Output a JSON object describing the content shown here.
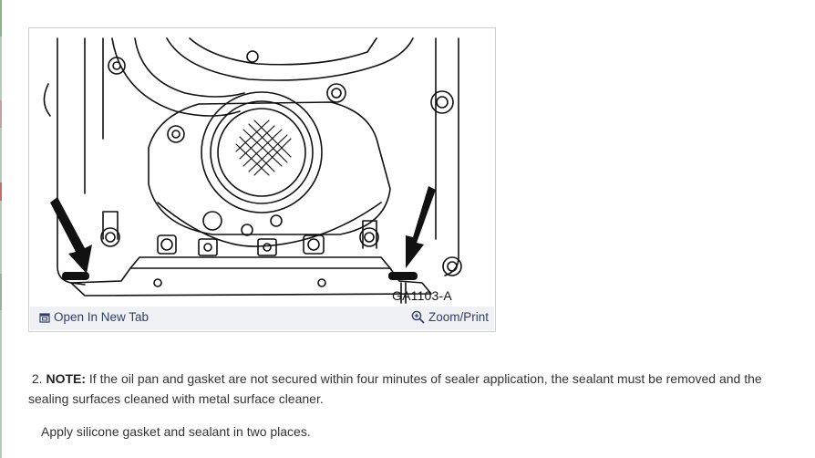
{
  "figure": {
    "caption": "GA1103-A",
    "open_new_tab_label": "Open In New Tab",
    "zoom_print_label": "Zoom/Print",
    "open_icon": "open-in-new-tab-icon",
    "zoom_icon": "zoom-in-icon"
  },
  "step": {
    "number": "2.",
    "note_label": "NOTE:",
    "note_text": "If the oil pan and gasket are not secured within four minutes of sealer application, the sealant must be removed and the sealing surfaces cleaned with metal surface cleaner."
  },
  "instruction": "Apply silicone gasket and sealant in two places.",
  "colors": {
    "toolbar_bg": "#f0f1f4",
    "toolbar_text": "#2f3f66",
    "body_text": "#333333"
  }
}
